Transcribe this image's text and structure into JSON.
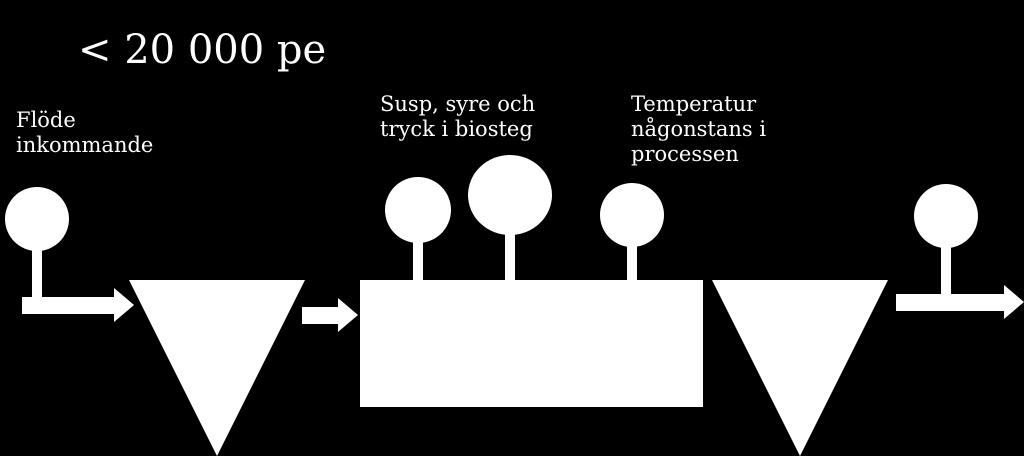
{
  "title": "< 20 000 pe",
  "labels": {
    "flow": [
      "Flöde",
      "inkommande"
    ],
    "susp": [
      "Susp, syre och",
      "tryck i biosteg"
    ],
    "temp": [
      "Temperatur",
      "någonstans i",
      "processen"
    ]
  },
  "colors": {
    "background": "#000000",
    "foreground": "#ffffff"
  }
}
